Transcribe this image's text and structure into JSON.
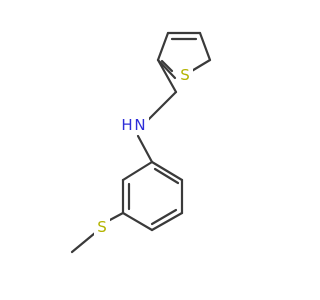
{
  "molecule": {
    "atoms": {
      "thiophene_sulfur": {
        "symbol": "S",
        "color": "#b3b300"
      },
      "amine_nitrogen": {
        "symbol": "N",
        "color": "#2c2cd8"
      },
      "amine_hydrogen": {
        "symbol": "H",
        "color": "#2c2cd8"
      },
      "thioether_sulfur": {
        "symbol": "S",
        "color": "#b3b300"
      }
    },
    "bond_color": "#3a3a3a"
  }
}
